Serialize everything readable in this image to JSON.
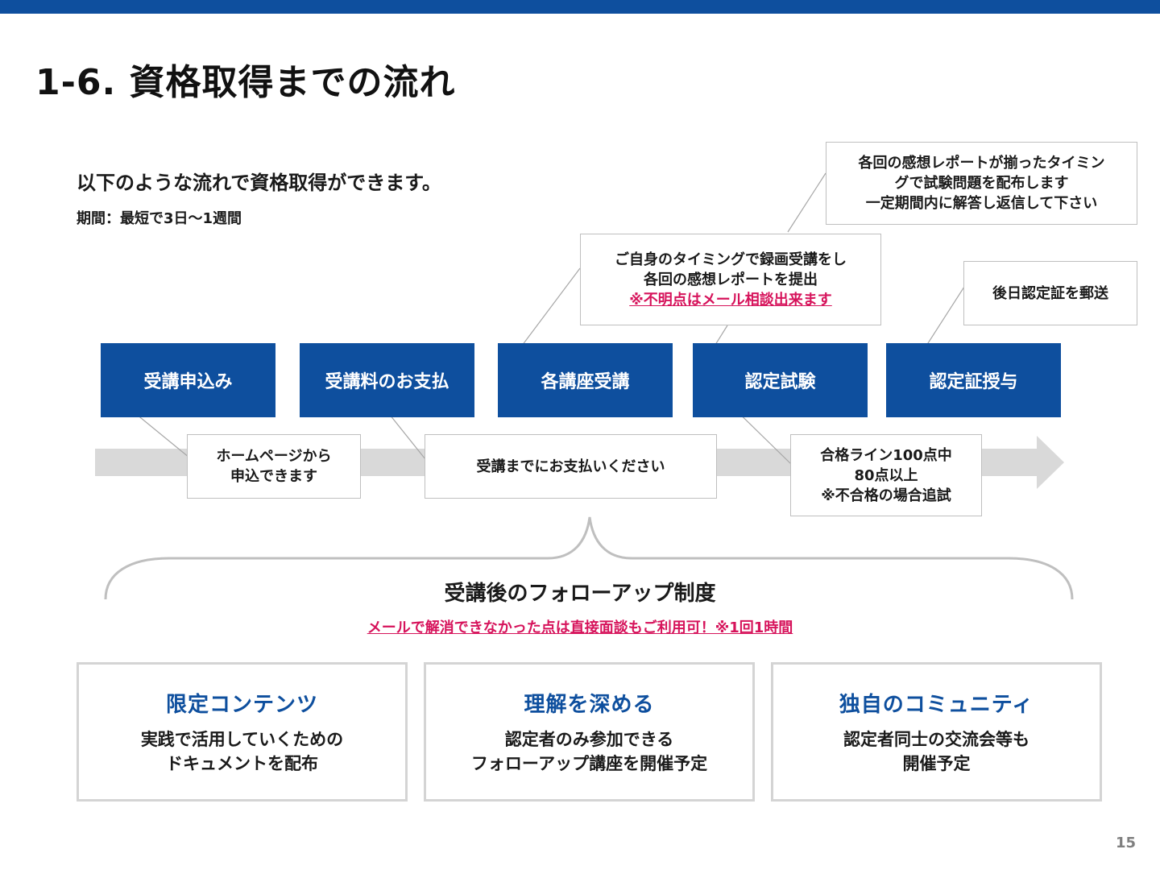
{
  "title": "1-6. 資格取得までの流れ",
  "intro": "以下のような流れで資格取得ができます。",
  "period": "期間：最短で3日〜1週間",
  "steps": [
    "受講申込み",
    "受講料のお支払",
    "各講座受講",
    "認定試験",
    "認定証授与"
  ],
  "notes": {
    "apply": [
      "ホームページから",
      "申込できます"
    ],
    "payment": [
      "受講までにお支払いください"
    ],
    "lecture": [
      "ご自身のタイミングで録画受講をし",
      "各回の感想レポートを提出"
    ],
    "lecture_warning": "※不明点はメール相談出来ます",
    "exam_distribution": [
      "各回の感想レポートが揃ったタイミン",
      "グで試験問題を配布します",
      "一定期間内に解答し返信して下さい"
    ],
    "exam_pass": [
      "合格ライン100点中",
      "80点以上",
      "※不合格の場合追試"
    ],
    "certificate": [
      "後日認定証を郵送"
    ]
  },
  "followup": {
    "title": "受講後のフォローアップ制度",
    "note": "メールで解消できなかった点は直接面談もご利用可！※1回1時間"
  },
  "cards": [
    {
      "title": "限定コンテンツ",
      "lines": [
        "実践で活用していくための",
        "ドキュメントを配布"
      ]
    },
    {
      "title": "理解を深める",
      "lines": [
        "認定者のみ参加できる",
        "フォローアップ講座を開催予定"
      ]
    },
    {
      "title": "独自のコミュニティ",
      "lines": [
        "認定者同士の交流会等も",
        "開催予定"
      ]
    }
  ],
  "page_number": "15",
  "colors": {
    "brand_blue": "#0e4f9e",
    "warning_pink": "#d6135b",
    "arrow_gray": "#d9d9d9"
  }
}
